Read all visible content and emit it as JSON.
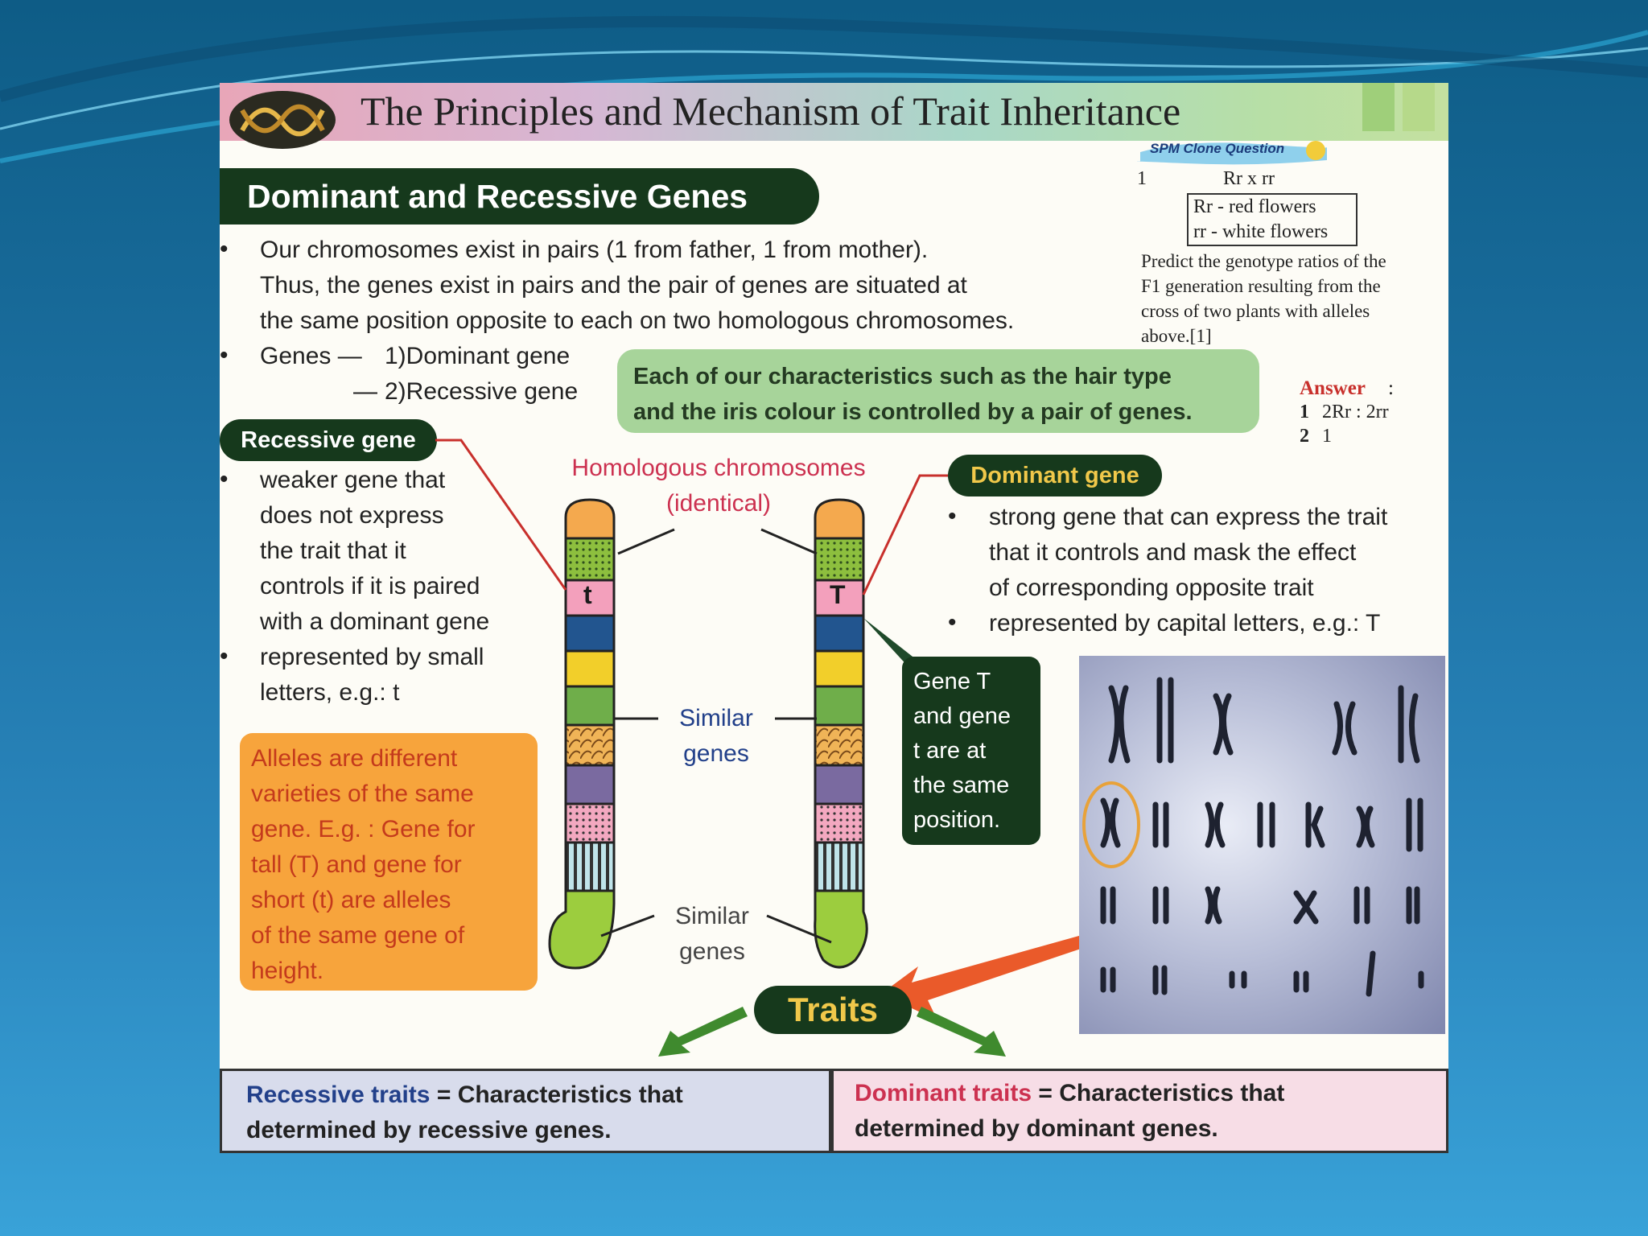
{
  "title": "The Principles and Mechanism of Trait Inheritance",
  "heading": "Dominant and Recessive Genes",
  "intro": {
    "line1": "Our chromosomes exist in pairs (1 from father, 1 from mother).",
    "line2": "Thus, the genes exist in pairs and the pair of genes are situated at",
    "line3": "the same position opposite to each on two homologous chromosomes.",
    "genes_label": "Genes —",
    "gene_1": "1)Dominant gene",
    "gene_2_dash": "—",
    "gene_2": "2)Recessive gene"
  },
  "green_note": {
    "line1": "Each of our characteristics such as the hair type",
    "line2": "and the iris colour is controlled by a pair of genes."
  },
  "recessive": {
    "pill": "Recessive gene",
    "b1_l1": "weaker gene that",
    "b1_l2": "does not express",
    "b1_l3": "the trait that it",
    "b1_l4": "controls if it is paired",
    "b1_l5": "with a dominant gene",
    "b2_l1": "represented by small",
    "b2_l2": "letters, e.g.: t"
  },
  "dominant": {
    "pill": "Dominant gene",
    "b1_l1": "strong gene that can express the trait",
    "b1_l2": "that it controls and mask the effect",
    "b1_l3": "of corresponding opposite trait",
    "b2_l1": "represented by capital letters, e.g.: T"
  },
  "diagram": {
    "homologous_l1": "Homologous chromosomes",
    "homologous_l2": "(identical)",
    "similar1_l1": "Similar",
    "similar1_l2": "genes",
    "similar2_l1": "Similar",
    "similar2_l2": "genes",
    "letter_left": "t",
    "letter_right": "T"
  },
  "gene_box": {
    "l1": "Gene T",
    "l2": "and gene",
    "l3": "t are at",
    "l4": "the same",
    "l5": "position."
  },
  "alleles_box": {
    "l1": "Alleles are different",
    "l2": "varieties of the same",
    "l3": "gene. E.g. : Gene for",
    "l4": "tall (T) and gene for",
    "l5": "short (t) are alleles",
    "l6": "of the same gene of",
    "l7": "height."
  },
  "traits_pill": "Traits",
  "bottom": {
    "recessive_term": "Recessive traits",
    "recessive_def_l1": " = Characteristics that",
    "recessive_def_l2": "determined by recessive genes.",
    "dominant_term": "Dominant traits",
    "dominant_def_l1": " = Characteristics that",
    "dominant_def_l2": "determined by dominant genes."
  },
  "spm": {
    "badge": "SPM Clone Question",
    "number": "1",
    "cross": "Rr x rr",
    "key1": "Rr - red flowers",
    "key2": "rr - white flowers",
    "q1": "Predict the genotype ratios of the",
    "q2": "F1 generation resulting from the",
    "q3": "cross of two plants with alleles",
    "q4": "above.[1]",
    "answer_label": "Answer",
    "answer_colon": ":",
    "a1_num": "1",
    "a1_val": "2Rr : 2rr",
    "a2_num": "2",
    "a2_val": "1"
  },
  "colors": {
    "dark_green": "#16391c",
    "orange": "#f7a43c",
    "light_green": "#a7d49a",
    "pink_text": "#cc3150",
    "blue_text": "#22408a"
  }
}
